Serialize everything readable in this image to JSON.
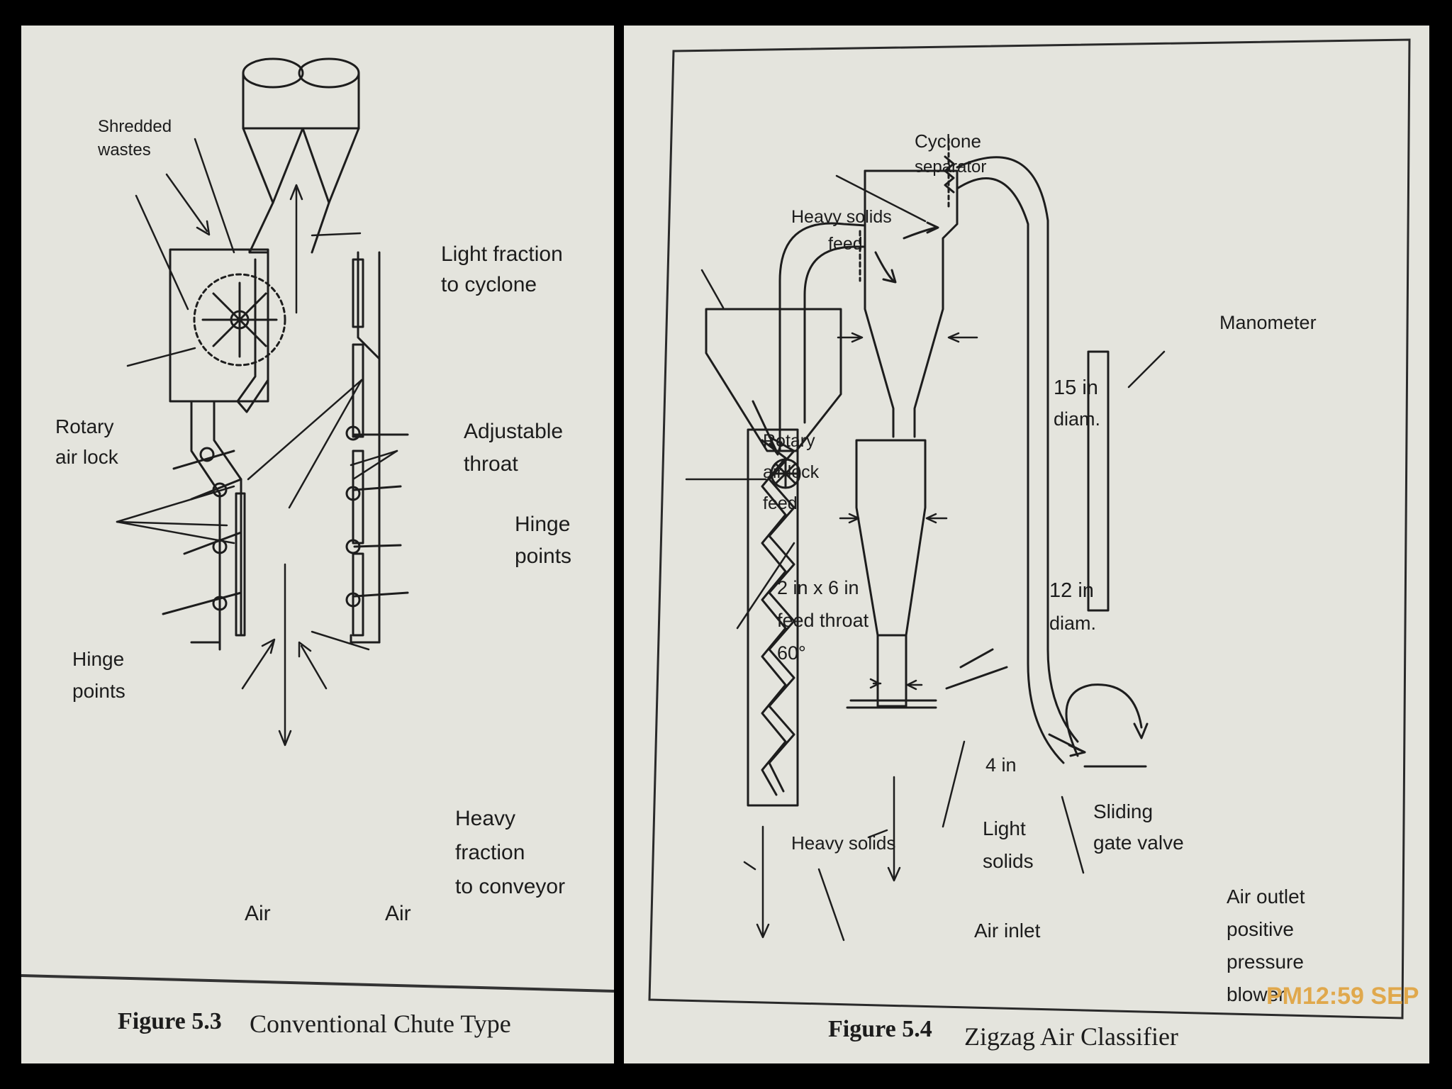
{
  "figures": [
    {
      "caption_number": "Figure 5.3",
      "caption_title": "Conventional Chute Type",
      "labels": {
        "shredded_wastes": [
          "Shredded",
          "wastes"
        ],
        "light_fraction": [
          "Light fraction",
          "to cyclone"
        ],
        "rotary_air_lock": [
          "Rotary",
          "air lock"
        ],
        "adjustable_throat": [
          "Adjustable",
          "throat"
        ],
        "hinge_points_right": [
          "Hinge",
          "points"
        ],
        "hinge_points_left": [
          "Hinge",
          "points"
        ],
        "heavy_fraction": [
          "Heavy",
          "fraction",
          "to conveyor"
        ],
        "air_left": "Air",
        "air_right": "Air"
      }
    },
    {
      "caption_number": "Figure 5.4",
      "caption_title": "Zigzag Air Classifier",
      "labels": {
        "cyclone_separator": [
          "Cyclone",
          "separator"
        ],
        "heavy_solids_feed": [
          "Heavy solids",
          "feed"
        ],
        "manometer": "Manometer",
        "diam_15": [
          "15 in",
          "diam."
        ],
        "rotary_air_lock_feed": [
          "Rotary",
          "air lock",
          "feed"
        ],
        "feed_throat": [
          "2 in x 6 in",
          "feed throat",
          "60°"
        ],
        "diam_12": [
          "12 in",
          "diam."
        ],
        "four_in": "4 in",
        "heavy_solids": "Heavy solids",
        "light_solids": [
          "Light",
          "solids"
        ],
        "sliding_gate_valve": [
          "Sliding",
          "gate valve"
        ],
        "air_inlet": "Air inlet",
        "air_outlet": [
          "Air outlet",
          "positive",
          "pressure",
          "blower"
        ]
      }
    }
  ],
  "timestamp_overlay": "PM12:59 SEP"
}
